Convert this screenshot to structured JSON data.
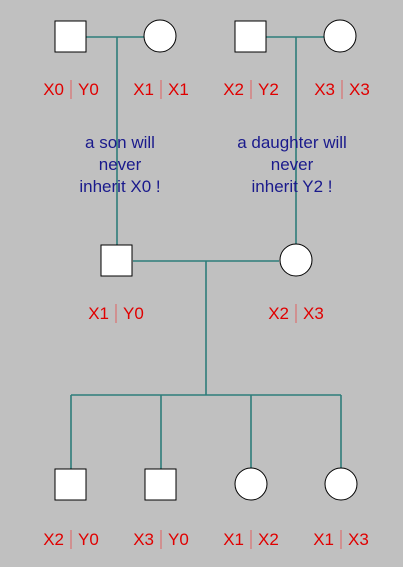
{
  "colors": {
    "background": "#c0c0c0",
    "line": "#2e7d7a",
    "shape_fill": "#ffffff",
    "shape_stroke": "#000000",
    "genotype_text": "#e00000",
    "separator": "#e06060",
    "note_text": "#1a1a8c"
  },
  "generation1": {
    "pair1": {
      "male": {
        "shape": "square",
        "alleles": [
          "X0",
          "Y0"
        ]
      },
      "female": {
        "shape": "circle",
        "alleles": [
          "X1",
          "X1"
        ]
      }
    },
    "pair2": {
      "male": {
        "shape": "square",
        "alleles": [
          "X2",
          "Y2"
        ]
      },
      "female": {
        "shape": "circle",
        "alleles": [
          "X3",
          "X3"
        ]
      }
    }
  },
  "notes": {
    "left": [
      "a son will",
      "never",
      "inherit X0 !"
    ],
    "right": [
      "a daughter will",
      "never",
      "inherit Y2 !"
    ]
  },
  "generation2": {
    "son": {
      "shape": "square",
      "alleles": [
        "X1",
        "Y0"
      ]
    },
    "daughter": {
      "shape": "circle",
      "alleles": [
        "X2",
        "X3"
      ]
    }
  },
  "generation3": {
    "children": [
      {
        "shape": "square",
        "alleles": [
          "X2",
          "Y0"
        ]
      },
      {
        "shape": "square",
        "alleles": [
          "X3",
          "Y0"
        ]
      },
      {
        "shape": "circle",
        "alleles": [
          "X1",
          "X2"
        ]
      },
      {
        "shape": "circle",
        "alleles": [
          "X1",
          "X3"
        ]
      }
    ]
  }
}
